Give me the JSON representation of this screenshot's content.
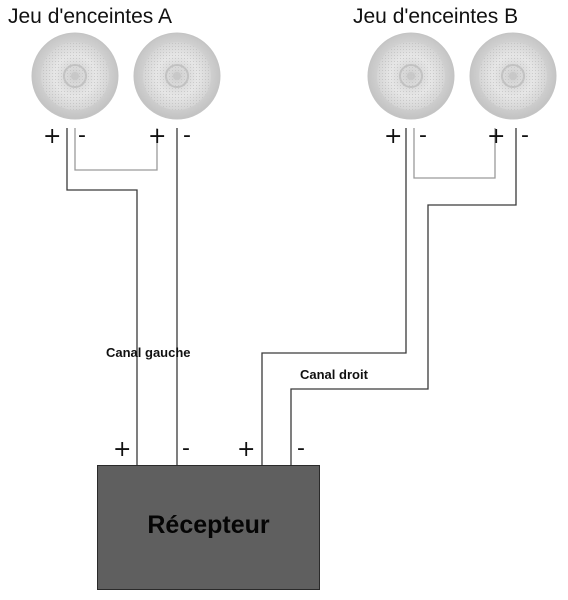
{
  "speaker_sets": {
    "a": {
      "title": "Jeu d'enceintes A"
    },
    "b": {
      "title": "Jeu d'enceintes B"
    }
  },
  "terminal_signs": {
    "positive": "+",
    "negative": "-"
  },
  "channels": {
    "left": "Canal gauche",
    "right": "Canal droit"
  },
  "receiver": {
    "label": "Récepteur"
  },
  "colors": {
    "wire": "#3a3a3a",
    "bridge_wire": "#9a9a9a",
    "speaker_face": "#d9d9d9",
    "receiver_body": "#5f5f5f"
  }
}
